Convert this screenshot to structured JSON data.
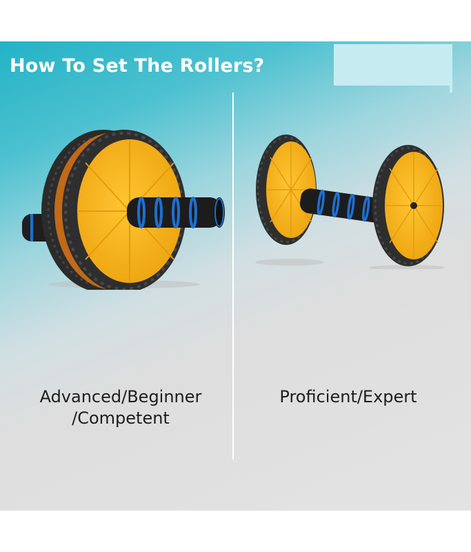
{
  "header": {
    "title": "How To Set The Rollers?"
  },
  "panels": [
    {
      "caption_line1": "Advanced/Beginner",
      "caption_line2": "/Competent",
      "image_icon": "double-wheel-ab-roller-icon"
    },
    {
      "caption_line1": "Proficient/Expert",
      "image_icon": "separated-wheel-ab-roller-icon"
    }
  ],
  "colors": {
    "accent_teal": "#22b3c6",
    "wheel_yellow": "#f7b21c",
    "tire_black": "#2a2a2a",
    "grip_blue": "#1f6fd1",
    "background_grey": "#e3e3e3"
  }
}
